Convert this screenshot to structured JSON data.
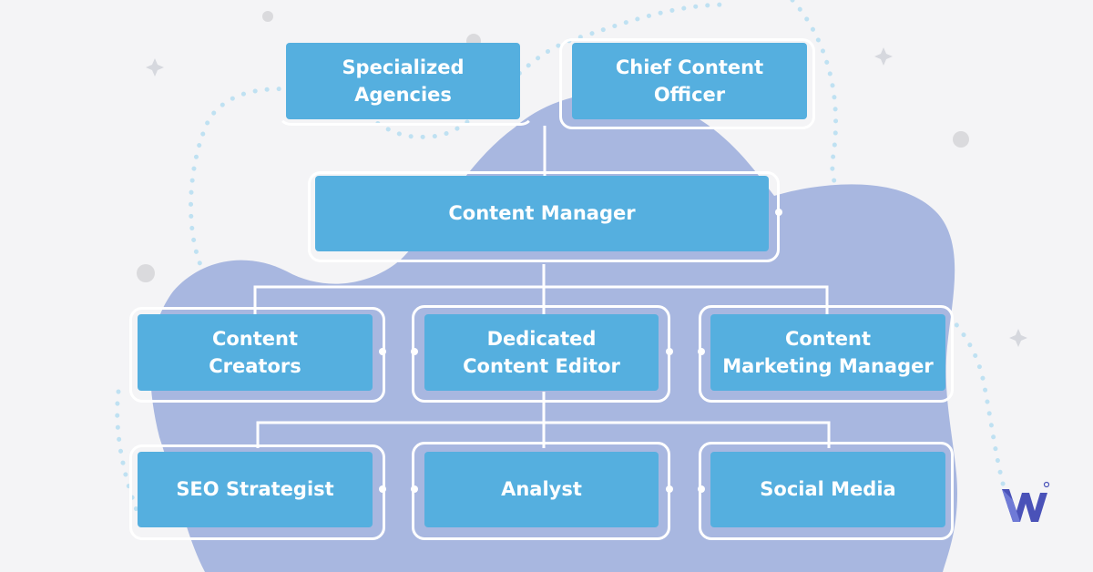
{
  "org_chart": {
    "top_row": {
      "specialized_agencies": [
        "Specialized",
        "Agencies"
      ],
      "chief_content_officer": [
        "Chief Content",
        "Officer"
      ]
    },
    "middle": {
      "content_manager": [
        "Content Manager"
      ]
    },
    "row_two": {
      "content_creators": [
        "Content",
        "Creators"
      ],
      "dedicated_content_editor": [
        "Dedicated",
        "Content Editor"
      ],
      "content_marketing_manager": [
        "Content",
        "Marketing Manager"
      ]
    },
    "row_three": {
      "seo_strategist": [
        "SEO Strategist"
      ],
      "analyst": [
        "Analyst"
      ],
      "social_media": [
        "Social Media"
      ]
    }
  },
  "colors": {
    "node": "#55afdf",
    "blob": "#a8b7e0",
    "connector": "#ffffff",
    "dots": "#bfe1f2",
    "sparkle": "#d6d8de",
    "circle": "#dadadd",
    "logo": "#4a52b8"
  },
  "icons": {
    "logo": "brand-w-logo-icon"
  }
}
